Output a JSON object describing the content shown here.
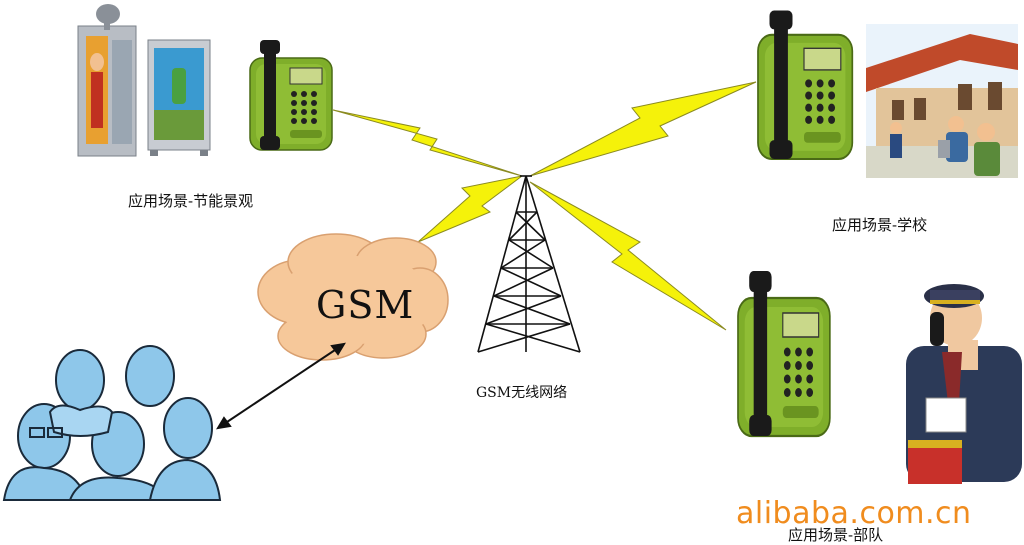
{
  "labels": {
    "landscape": "应用场景-节能景观",
    "school": "应用场景-学校",
    "army": "应用场景-部队",
    "network": "GSM无线网络"
  },
  "cloud_text": "GSM",
  "watermark": "alibaba.com.cn",
  "colors": {
    "lightning": "#f5f20a",
    "lightning_edge": "#8a8a20",
    "cloud": "#f6c89a",
    "cloud_edge": "#d9a070",
    "phone": "#7fae2a",
    "tower": "#111111",
    "people": "#8ec7ea",
    "watermark": "#f08c1e"
  }
}
